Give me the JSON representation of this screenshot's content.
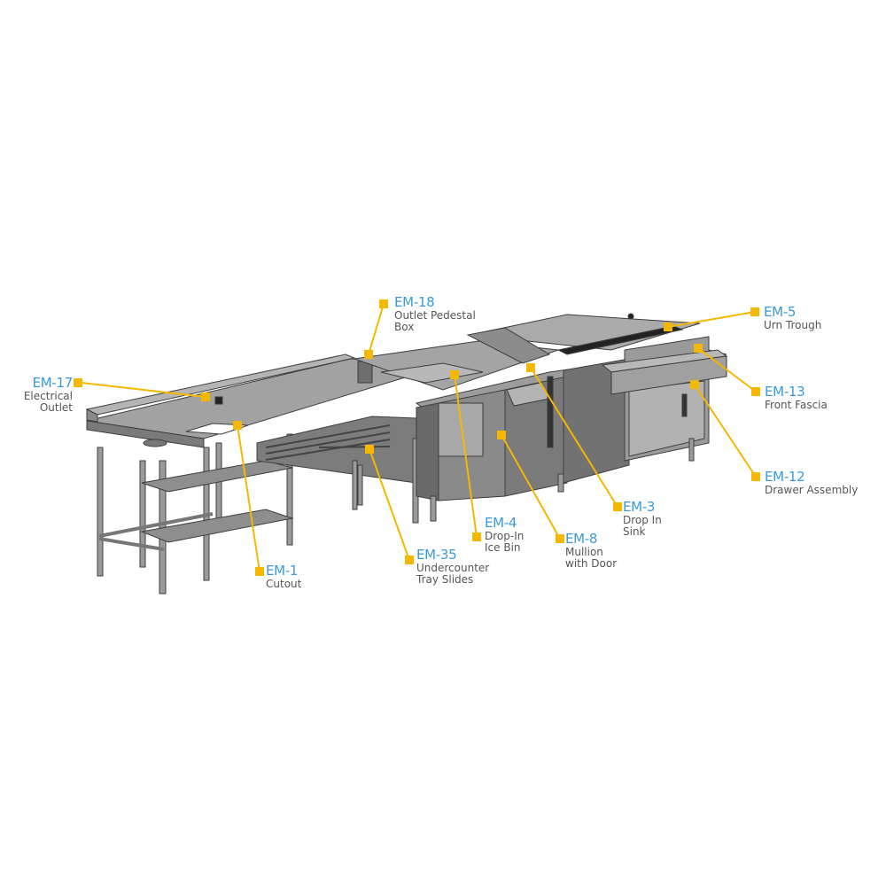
{
  "diagram": {
    "subject": "Stainless steel bar / prep counter assembly with labeled options",
    "colors": {
      "callout": "#f5b800",
      "code_text": "#3a9ad9",
      "desc_text": "#555555",
      "steel_light": "#a9a9a9",
      "steel_mid": "#8c8c8c",
      "steel_dark": "#5e5e5e"
    },
    "callouts": [
      {
        "code": "EM-17",
        "line1": "Electrical",
        "line2": "Outlet"
      },
      {
        "code": "EM-18",
        "line1": "Outlet Pedestal",
        "line2": "Box"
      },
      {
        "code": "EM-5",
        "line1": "Urn Trough",
        "line2": ""
      },
      {
        "code": "EM-13",
        "line1": "Front Fascia",
        "line2": ""
      },
      {
        "code": "EM-12",
        "line1": "Drawer Assembly",
        "line2": ""
      },
      {
        "code": "EM-3",
        "line1": "Drop In",
        "line2": "Sink"
      },
      {
        "code": "EM-8",
        "line1": "Mullion",
        "line2": "with Door"
      },
      {
        "code": "EM-4",
        "line1": "Drop-In",
        "line2": "Ice Bin"
      },
      {
        "code": "EM-35",
        "line1": "Undercounter",
        "line2": "Tray Slides"
      },
      {
        "code": "EM-1",
        "line1": "Cutout",
        "line2": ""
      }
    ]
  }
}
